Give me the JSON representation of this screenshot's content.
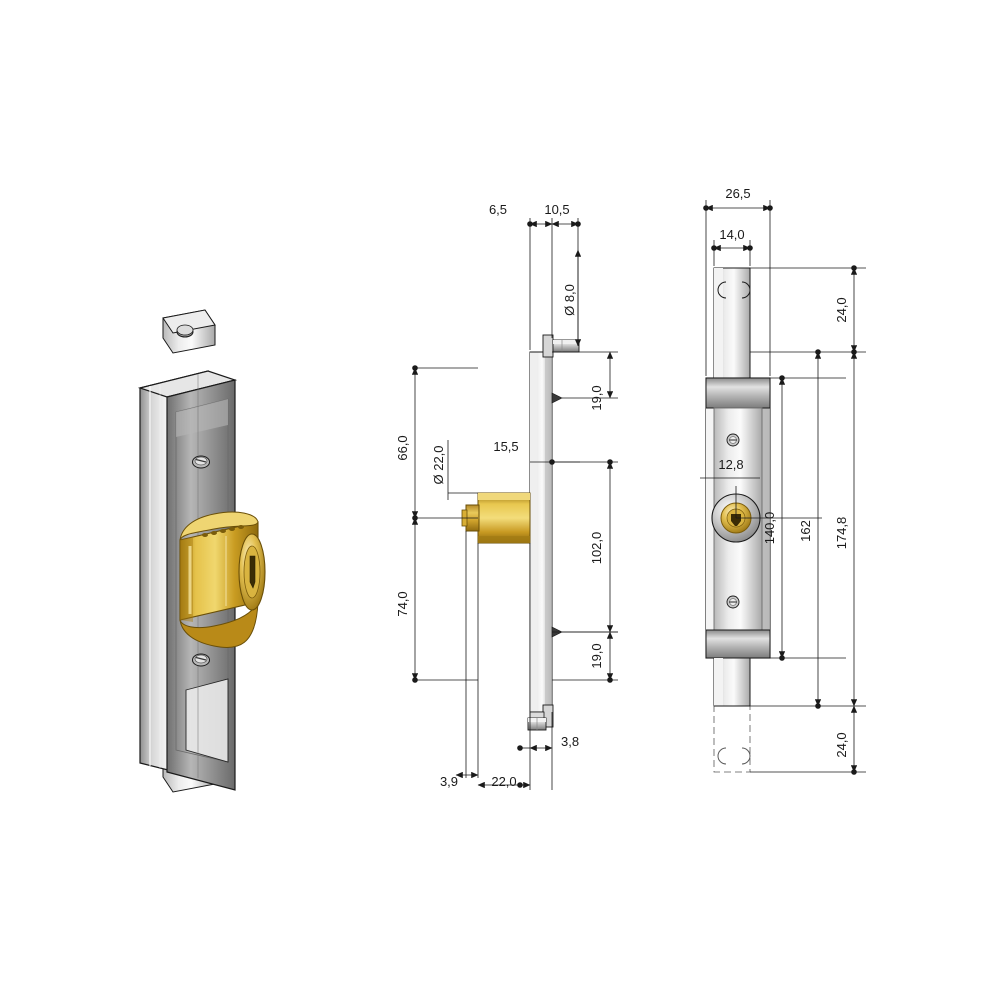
{
  "document": {
    "type": "technical-drawing",
    "title": "",
    "background_color": "#ffffff",
    "line_color": "#1a1a1a"
  },
  "views": [
    {
      "id": "perspective-view",
      "name": "3D perspective view of rolling shutter lock",
      "description": "Isometric rendering of a steel lock body with brass cylinder"
    },
    {
      "id": "side-view",
      "name": "Side elevation with dimensions",
      "description": "Profile view showing cylinder protrusion and plate"
    },
    {
      "id": "front-view",
      "name": "Front elevation with dimensions",
      "description": "Face view showing faceplate, cylinder and fixing holes"
    }
  ],
  "colors": {
    "brass_light": "#e8c54a",
    "brass_mid": "#c89a22",
    "brass_dark": "#9a7411",
    "steel_light": "#f2f2f2",
    "steel_mid": "#c8c8c8",
    "steel_dark": "#8e8e8e",
    "outline": "#1a1a1a"
  },
  "dimensions": {
    "side_view": [
      {
        "id": "d-6-5",
        "value": "6,5",
        "orientation": "horizontal"
      },
      {
        "id": "d-10-5",
        "value": "10,5",
        "orientation": "horizontal"
      },
      {
        "id": "d-dia-8",
        "value": "Ø 8,0",
        "orientation": "vertical"
      },
      {
        "id": "d-19-0-top",
        "value": "19,0",
        "orientation": "vertical"
      },
      {
        "id": "d-66-0",
        "value": "66,0",
        "orientation": "vertical"
      },
      {
        "id": "d-dia-22",
        "value": "Ø 22,0",
        "orientation": "vertical"
      },
      {
        "id": "d-15-5",
        "value": "15,5",
        "orientation": "horizontal"
      },
      {
        "id": "d-102-0",
        "value": "102,0",
        "orientation": "vertical"
      },
      {
        "id": "d-74-0",
        "value": "74,0",
        "orientation": "vertical"
      },
      {
        "id": "d-19-0-bottom",
        "value": "19,0",
        "orientation": "vertical"
      },
      {
        "id": "d-3-8",
        "value": "3,8",
        "orientation": "horizontal"
      },
      {
        "id": "d-3-9",
        "value": "3,9",
        "orientation": "horizontal"
      },
      {
        "id": "d-22-0",
        "value": "22,0",
        "orientation": "horizontal"
      }
    ],
    "front_view": [
      {
        "id": "d-26-5",
        "value": "26,5",
        "orientation": "horizontal"
      },
      {
        "id": "d-14-0",
        "value": "14,0",
        "orientation": "horizontal"
      },
      {
        "id": "d-24-0-top",
        "value": "24,0",
        "orientation": "vertical"
      },
      {
        "id": "d-12-8",
        "value": "12,8",
        "orientation": "horizontal"
      },
      {
        "id": "d-140-0",
        "value": "140,0",
        "orientation": "vertical"
      },
      {
        "id": "d-162",
        "value": "162",
        "orientation": "vertical"
      },
      {
        "id": "d-174-8",
        "value": "174,8",
        "orientation": "vertical"
      },
      {
        "id": "d-24-0-bottom",
        "value": "24,0",
        "orientation": "vertical"
      }
    ]
  }
}
